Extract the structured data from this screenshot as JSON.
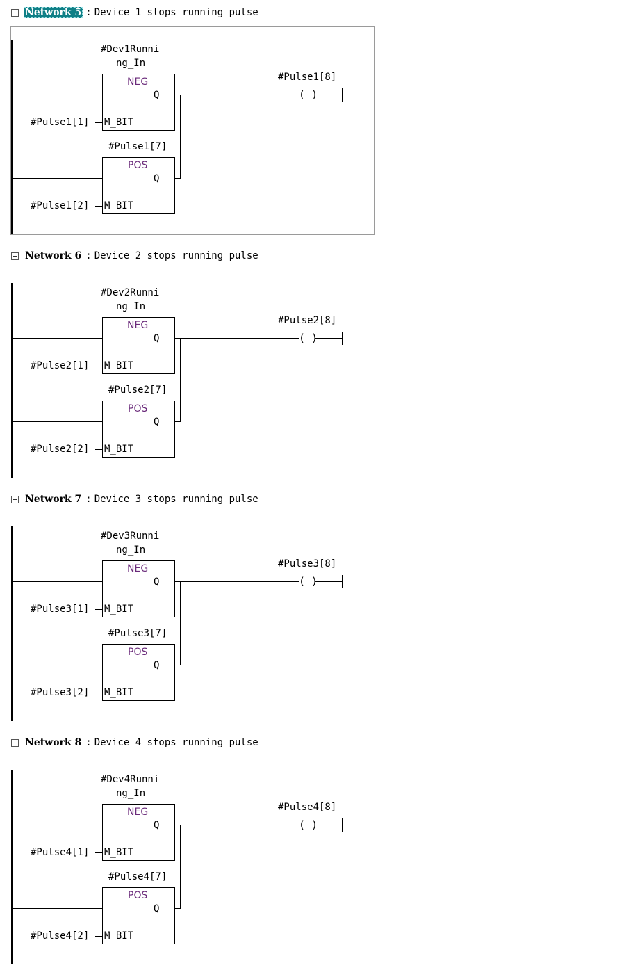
{
  "networks": [
    {
      "title": "Network 5",
      "separator": ":",
      "comment": "Device 1 stops running pulse",
      "selected": true,
      "neg": {
        "label_line1": "#Dev1Runni",
        "label_line2": "ng_In",
        "op": "NEG",
        "out": "Q",
        "m_bit": "M_BIT",
        "input": "#Pulse1[1]"
      },
      "pos": {
        "label": "#Pulse1[7]",
        "op": "POS",
        "out": "Q",
        "m_bit": "M_BIT",
        "input": "#Pulse1[2]"
      },
      "coil": {
        "label": "#Pulse1[8]",
        "symbol": "( )"
      }
    },
    {
      "title": "Network 6",
      "separator": ":",
      "comment": "Device 2 stops running pulse",
      "selected": false,
      "neg": {
        "label_line1": "#Dev2Runni",
        "label_line2": "ng_In",
        "op": "NEG",
        "out": "Q",
        "m_bit": "M_BIT",
        "input": "#Pulse2[1]"
      },
      "pos": {
        "label": "#Pulse2[7]",
        "op": "POS",
        "out": "Q",
        "m_bit": "M_BIT",
        "input": "#Pulse2[2]"
      },
      "coil": {
        "label": "#Pulse2[8]",
        "symbol": "( )"
      }
    },
    {
      "title": "Network 7",
      "separator": ":",
      "comment": "Device 3 stops running pulse",
      "selected": false,
      "neg": {
        "label_line1": "#Dev3Runni",
        "label_line2": "ng_In",
        "op": "NEG",
        "out": "Q",
        "m_bit": "M_BIT",
        "input": "#Pulse3[1]"
      },
      "pos": {
        "label": "#Pulse3[7]",
        "op": "POS",
        "out": "Q",
        "m_bit": "M_BIT",
        "input": "#Pulse3[2]"
      },
      "coil": {
        "label": "#Pulse3[8]",
        "symbol": "( )"
      }
    },
    {
      "title": "Network 8",
      "separator": ":",
      "comment": "Device 4 stops running pulse",
      "selected": false,
      "neg": {
        "label_line1": "#Dev4Runni",
        "label_line2": "ng_In",
        "op": "NEG",
        "out": "Q",
        "m_bit": "M_BIT",
        "input": "#Pulse4[1]"
      },
      "pos": {
        "label": "#Pulse4[7]",
        "op": "POS",
        "out": "Q",
        "m_bit": "M_BIT",
        "input": "#Pulse4[2]"
      },
      "coil": {
        "label": "#Pulse4[8]",
        "symbol": "( )"
      }
    }
  ],
  "colors": {
    "selected_title_bg": "#0f7f86",
    "instruction_text": "#6a2a7a",
    "frame": "#9a9a9a"
  }
}
